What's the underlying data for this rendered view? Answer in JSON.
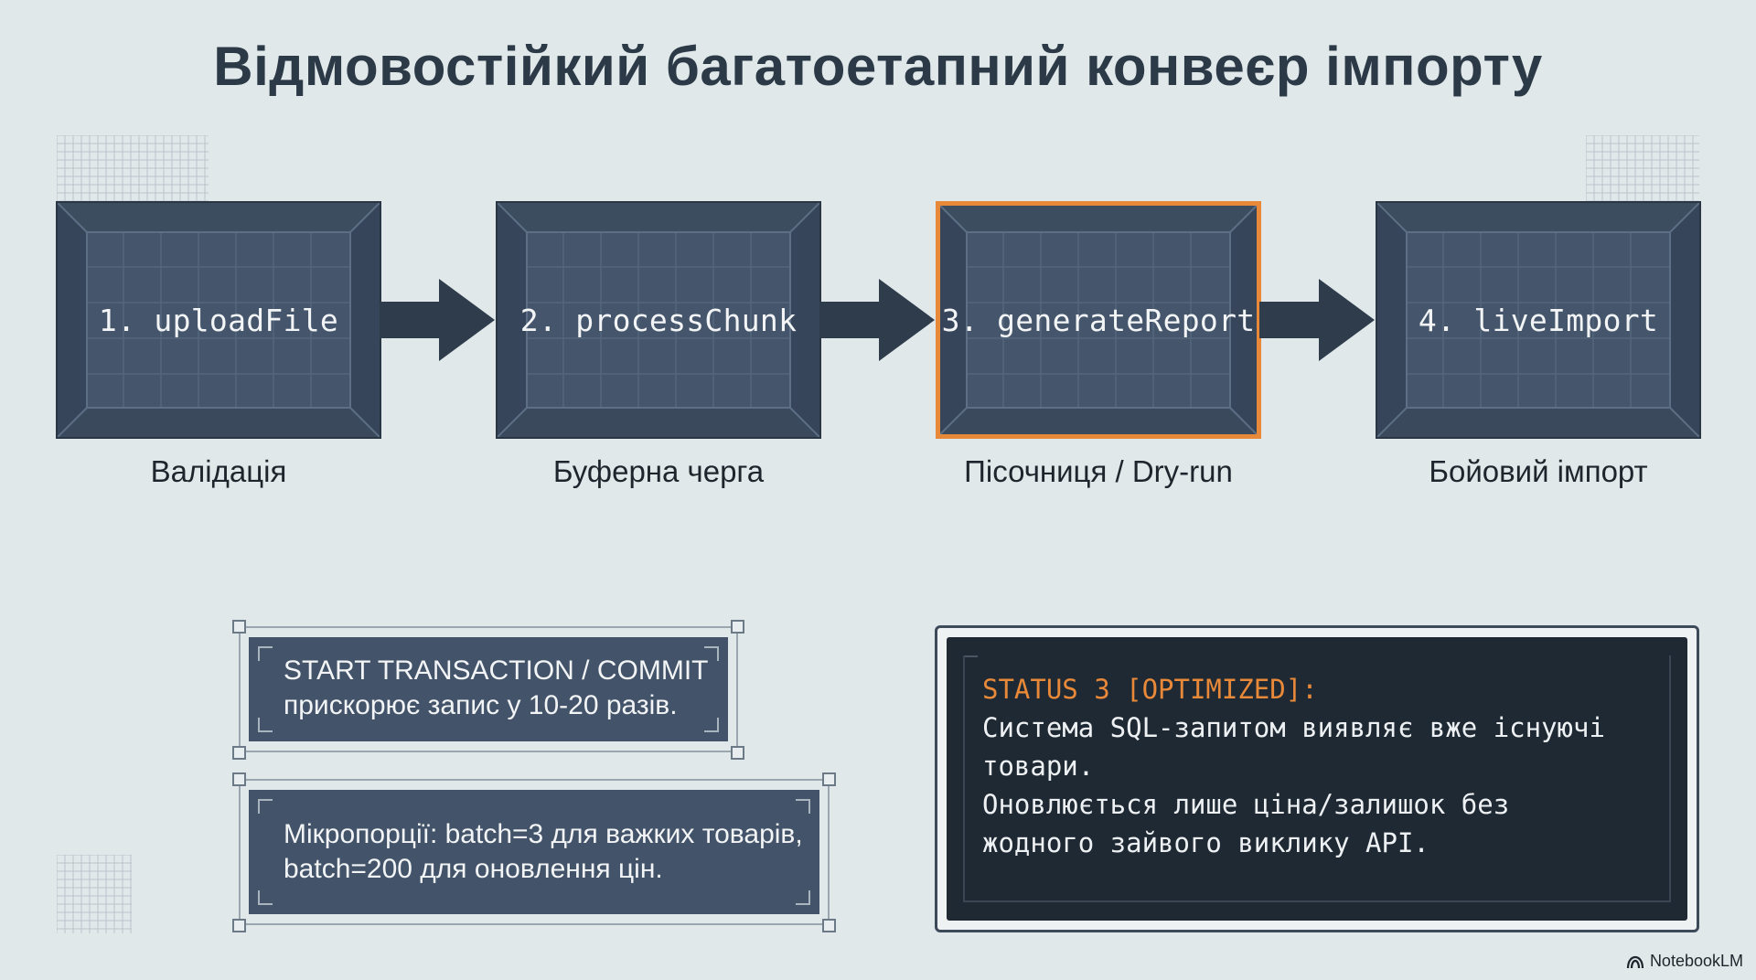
{
  "title": "Відмовостійкий багатоетапний конвеєр імпорту",
  "stages": [
    {
      "label": "1. uploadFile",
      "caption": "Валідація",
      "highlighted": false
    },
    {
      "label": "2. processChunk",
      "caption": "Буферна черга",
      "highlighted": false
    },
    {
      "label": "3. generateReport",
      "caption": "Пісочниця / Dry-run",
      "highlighted": true
    },
    {
      "label": "4. liveImport",
      "caption": "Бойовий імпорт",
      "highlighted": false
    }
  ],
  "notes": [
    {
      "line1": "START TRANSACTION / COMMIT",
      "line2": "прискорює запис у 10-20 разів."
    },
    {
      "line1": "Мікропорції: batch=3 для важких товарів,",
      "line2": "batch=200 для оновлення цін."
    }
  ],
  "status": {
    "heading": "STATUS 3 [OPTIMIZED]:",
    "line1": "Система SQL-запитом виявляє вже існуючі",
    "line2": "товари.",
    "line3": "Оновлюється лише ціна/залишок без",
    "line4": "жодного зайвого виклику API."
  },
  "brand": "NotebookLM",
  "colors": {
    "background": "#e0e8ea",
    "box_fill": "#43546a",
    "box_dark": "#2f3c4c",
    "highlight": "#e8893a",
    "terminal": "#1f2933"
  }
}
